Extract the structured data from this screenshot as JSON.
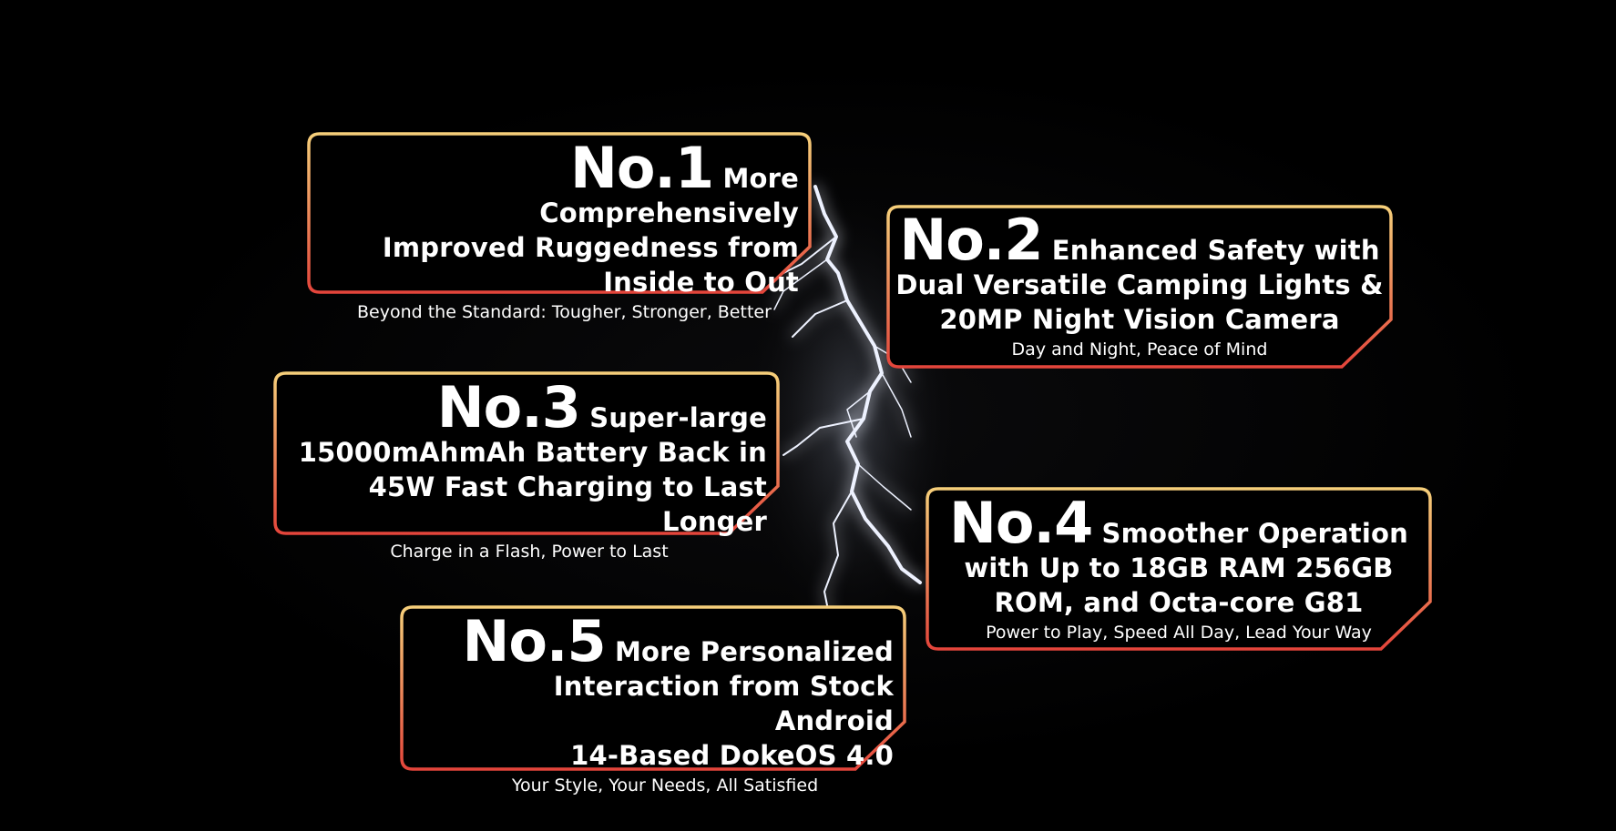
{
  "colors": {
    "background": "#000000",
    "frame_top": "#f6cf7a",
    "frame_bottom": "#e4453b",
    "text": "#ffffff"
  },
  "cards": [
    {
      "number": "No.1",
      "title_line1": "More Comprehensively",
      "title_rest": [
        "Improved Ruggedness from",
        "Inside to Out"
      ],
      "subtitle": "Beyond the Standard: Tougher, Stronger, Better"
    },
    {
      "number": "No.2",
      "title_line1": "Enhanced Safety with",
      "title_rest": [
        "Dual Versatile Camping Lights &",
        "20MP Night Vision Camera"
      ],
      "subtitle": "Day and Night, Peace of Mind"
    },
    {
      "number": "No.3",
      "title_line1": "Super-large",
      "title_rest": [
        "15000mAhmAh Battery Back in",
        "45W Fast Charging to Last Longer"
      ],
      "subtitle": "Charge in a Flash, Power to Last"
    },
    {
      "number": "No.4",
      "title_line1": "Smoother Operation",
      "title_rest": [
        "with Up to 18GB RAM 256GB",
        "ROM, and Octa-core G81"
      ],
      "subtitle": "Power to Play, Speed All Day, Lead Your Way"
    },
    {
      "number": "No.5",
      "title_line1": "More Personalized",
      "title_rest": [
        "Interaction from Stock Android",
        "14-Based DokeOS 4.0"
      ],
      "subtitle": "Your Style, Your Needs, All Satisfied"
    }
  ]
}
